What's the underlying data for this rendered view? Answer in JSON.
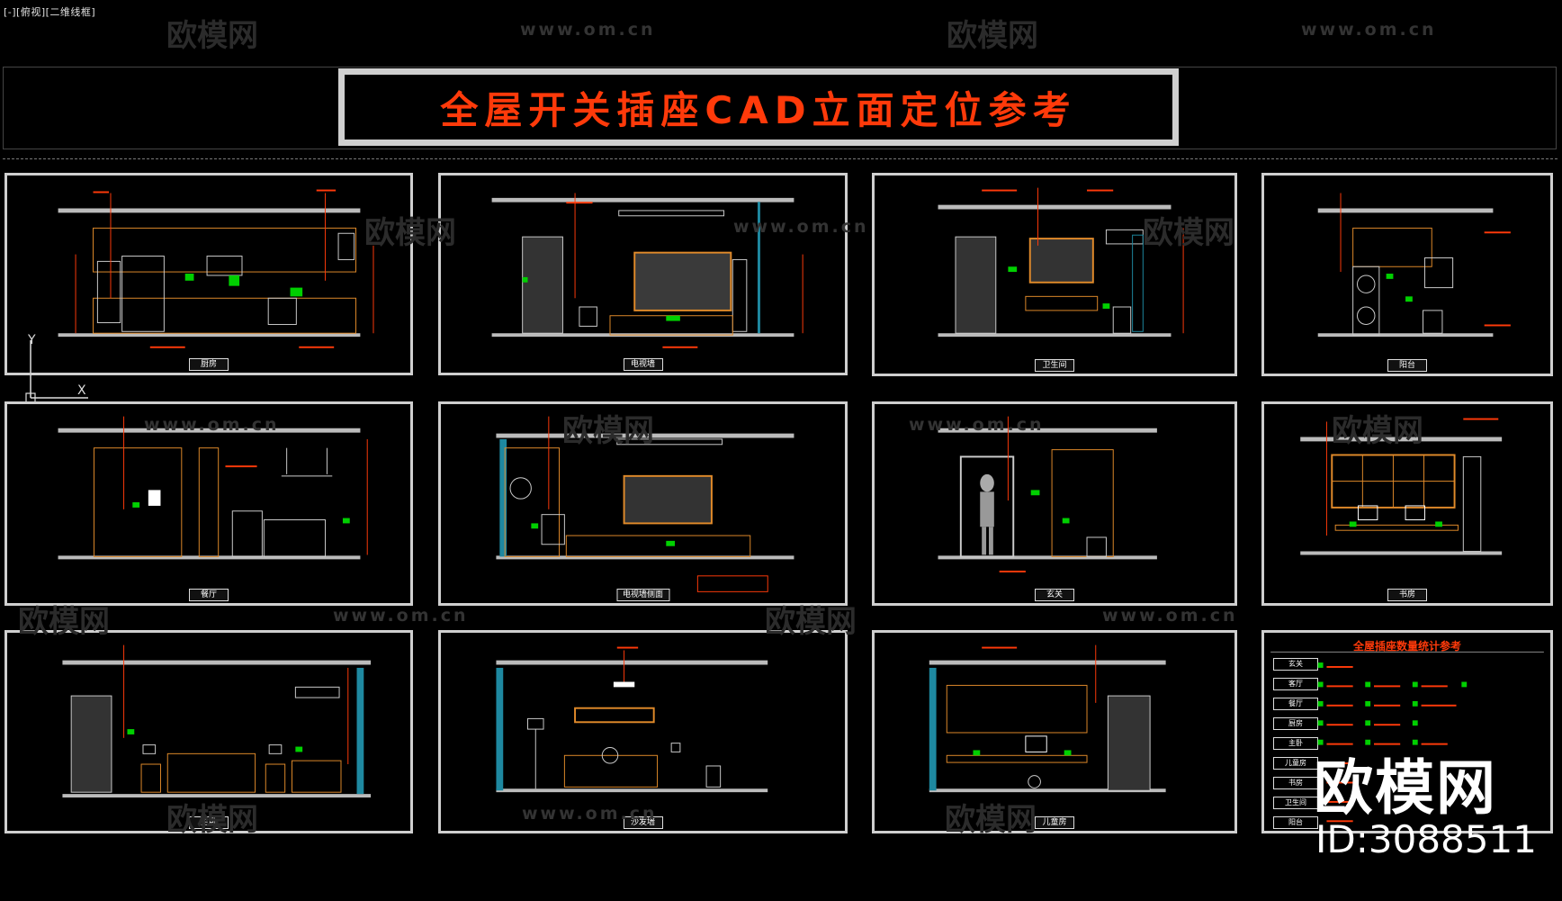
{
  "viewport_label": "[-][俯视][二维线框]",
  "watermark": {
    "brand": "欧模网",
    "url": "www.om.cn"
  },
  "title": "全屋开关插座CAD立面定位参考",
  "ucs": {
    "x": "X",
    "y": "Y"
  },
  "panels": [
    {
      "label": "厨房"
    },
    {
      "label": "电视墙"
    },
    {
      "label": "卫生间"
    },
    {
      "label": "阳台"
    },
    {
      "label": "餐厅"
    },
    {
      "label": "电视墙侧面"
    },
    {
      "label": "玄关"
    },
    {
      "label": "书房"
    },
    {
      "label": "主卧"
    },
    {
      "label": "沙发墙"
    },
    {
      "label": "儿童房"
    }
  ],
  "stats": {
    "title": "全屋插座数量统计参考",
    "rooms": [
      "玄关",
      "客厅",
      "餐厅",
      "厨房",
      "主卧",
      "儿童房",
      "书房",
      "卫生间",
      "阳台"
    ]
  },
  "brand_overlay": {
    "name": "欧模网",
    "id": "ID:3088511"
  },
  "colors": {
    "background": "#000000",
    "accent": "#ff3a0a",
    "frame": "#cfcfcf",
    "green": "#00d000",
    "furniture": "#e08a2a"
  }
}
